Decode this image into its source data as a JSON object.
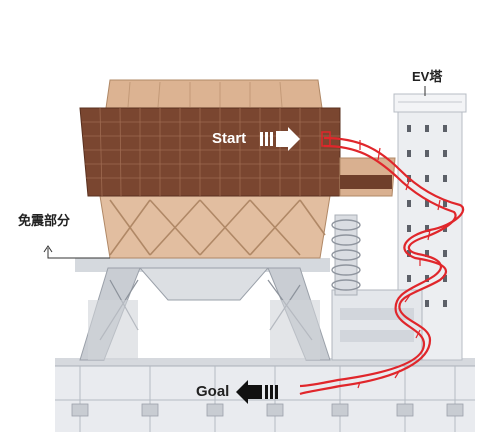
{
  "labels": {
    "ev_tower": "EV塔",
    "isolation": "免震部分",
    "start": "Start",
    "goal": "Goal"
  },
  "icons": {
    "start_arrow": "arrow-right-striped-icon",
    "goal_arrow": "arrow-left-striped-icon",
    "leader": "leader-line-arrow-icon"
  },
  "colors": {
    "slide": "#e0262b",
    "upper_wood": "#d8ad88",
    "facade": "#7a4630",
    "frame": "#c9cdd3",
    "tower": "#eceef1",
    "ground": "#e6e8ec"
  }
}
